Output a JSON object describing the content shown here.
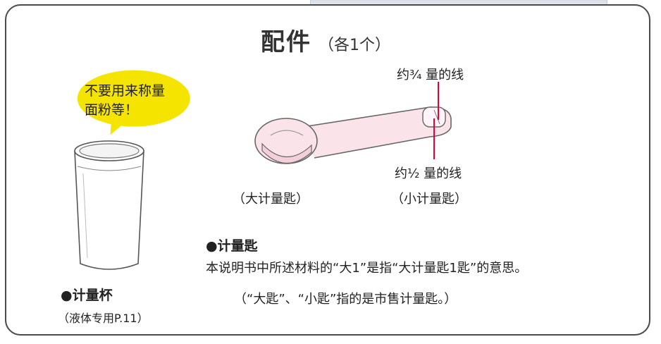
{
  "title": {
    "main": "配件",
    "sub": "（各1个）"
  },
  "bubble": {
    "line1": "不要用来称量",
    "line2": "面粉等！"
  },
  "spoon": {
    "three_quarter_line": "约¾ 量的线",
    "half_line": "约½ 量的线",
    "large_label": "（大计量匙）",
    "small_label": "（小计量匙）"
  },
  "cup": {
    "heading": "●计量杯",
    "note": "（液体专用P.11）"
  },
  "spoon_section": {
    "heading": "●计量匙",
    "line1": "本说明书中所述材料的“大1”是指“大计量匙1匙”的意思。",
    "line2": "（“大匙”、“小匙”指的是市售计量匙。）"
  },
  "colors": {
    "bubble": "#f5e400",
    "spoon_fill": "#fbe3ea",
    "marker_line": "#e0003c",
    "frame": "#4a4a4a"
  }
}
